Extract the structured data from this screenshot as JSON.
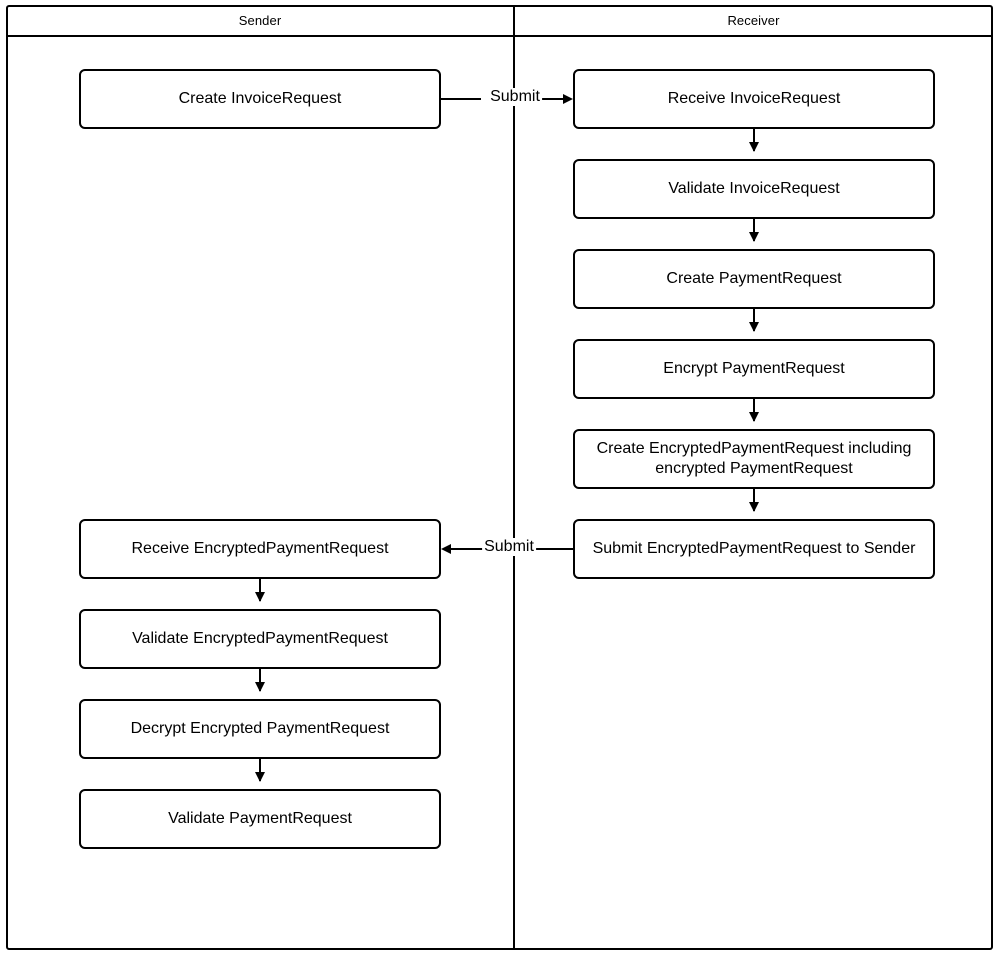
{
  "diagram": {
    "type": "swimlane-flowchart",
    "lanes": [
      {
        "id": "sender",
        "title": "Sender"
      },
      {
        "id": "receiver",
        "title": "Receiver"
      }
    ],
    "nodes": {
      "sender": [
        {
          "id": "create-invoice-request",
          "label": "Create InvoiceRequest"
        },
        {
          "id": "receive-encrypted-payment-request",
          "label": "Receive EncryptedPaymentRequest"
        },
        {
          "id": "validate-encrypted-payment-request",
          "label": "Validate EncryptedPaymentRequest"
        },
        {
          "id": "decrypt-encrypted-payment-request",
          "label": "Decrypt Encrypted PaymentRequest"
        },
        {
          "id": "validate-payment-request",
          "label": "Validate PaymentRequest"
        }
      ],
      "receiver": [
        {
          "id": "receive-invoice-request",
          "label": "Receive InvoiceRequest"
        },
        {
          "id": "validate-invoice-request",
          "label": "Validate InvoiceRequest"
        },
        {
          "id": "create-payment-request",
          "label": "Create PaymentRequest"
        },
        {
          "id": "encrypt-payment-request",
          "label": "Encrypt PaymentRequest"
        },
        {
          "id": "create-encrypted-payment-request",
          "label": "Create EncryptedPaymentRequest including encrypted PaymentRequest"
        },
        {
          "id": "submit-encrypted-payment-request",
          "label": "Submit EncryptedPaymentRequest to Sender"
        }
      ]
    },
    "edges": [
      {
        "id": "submit-invoice-request",
        "label": "Submit",
        "direction": "right"
      },
      {
        "id": "submit-encrypted-payment-request-to-sender",
        "label": "Submit",
        "direction": "left"
      }
    ],
    "colors": {
      "stroke": "#000000",
      "fill": "#ffffff"
    }
  }
}
